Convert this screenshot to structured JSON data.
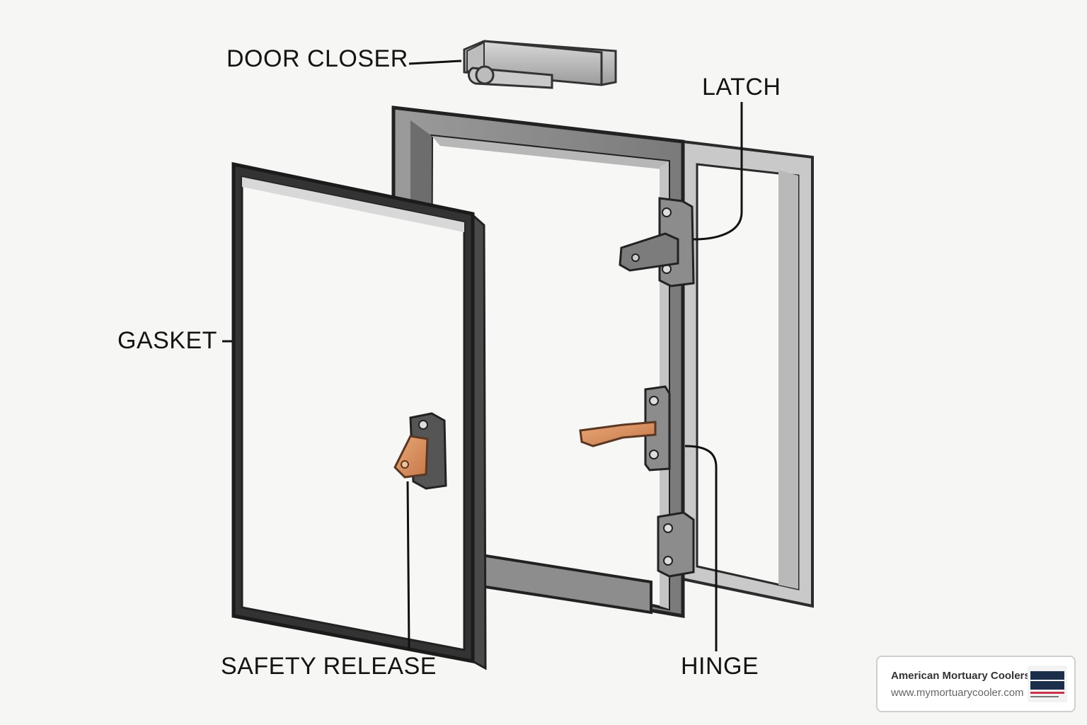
{
  "labels": {
    "door_closer": "DOOR CLOSER",
    "latch": "LATCH",
    "gasket": "GASKET",
    "safety_release": "SAFETY RELEASE",
    "hinge": "HINGE"
  },
  "brand": {
    "name": "American Mortuary Coolers",
    "url": "www.mymortuarycooler.com"
  },
  "colors": {
    "frame": "#8a8a8a",
    "door_outline": "#2e2e2e",
    "door_panel": "#f7f7f5",
    "handle_accent": "#d9925f",
    "background": "#f6f6f4"
  }
}
